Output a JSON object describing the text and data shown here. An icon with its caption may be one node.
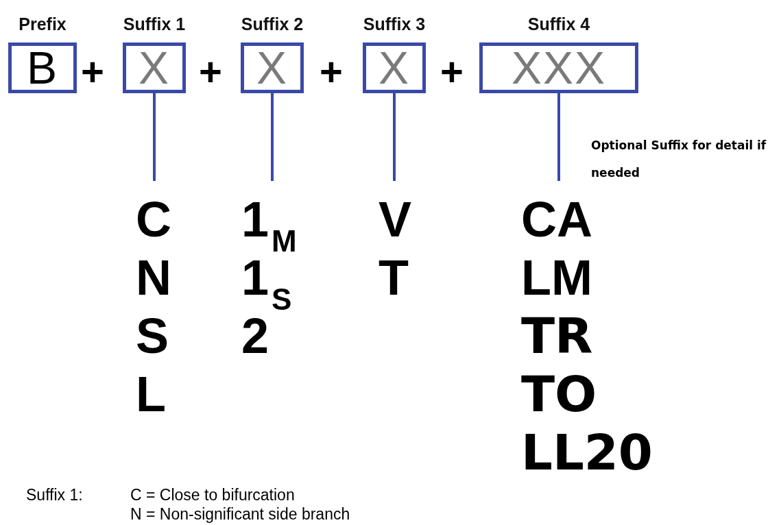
{
  "diagram": {
    "nodes": [
      {
        "text": [
          "Prefix",
          "B"
        ]
      },
      {
        "text": [
          "Suffix 1",
          "X"
        ]
      },
      {
        "text": [
          "Suffix 2",
          "X"
        ]
      },
      {
        "text": [
          "Suffix 3",
          "X"
        ]
      },
      {
        "text": [
          "Suffix 4",
          "XXX"
        ]
      },
      {
        "text": [
          "C",
          "N",
          "S",
          "L"
        ]
      },
      {
        "text": [
          "1$_{M}$",
          "1$_{S}$",
          "2"
        ]
      },
      {
        "text": [
          "V",
          "T"
        ]
      },
      {
        "text": [
          "CA",
          "LM",
          "TR",
          "TO",
          "LL20"
        ]
      }
    ],
    "edges": [
      {
        "from": 1,
        "to": 5,
        "arrow": "none"
      },
      {
        "from": 2,
        "to": 6,
        "arrow": "none"
      },
      {
        "from": 3,
        "to": 7,
        "arrow": "none"
      },
      {
        "from": 4,
        "to": 8,
        "arrow": "none"
      }
    ],
    "labels": [
      "+",
      "+",
      "+",
      "+",
      "Optional Suffix for detail if needed",
      "Suffix 1:",
      "C = Close to bifurcation",
      "N = Non-significant side branch"
    ]
  }
}
